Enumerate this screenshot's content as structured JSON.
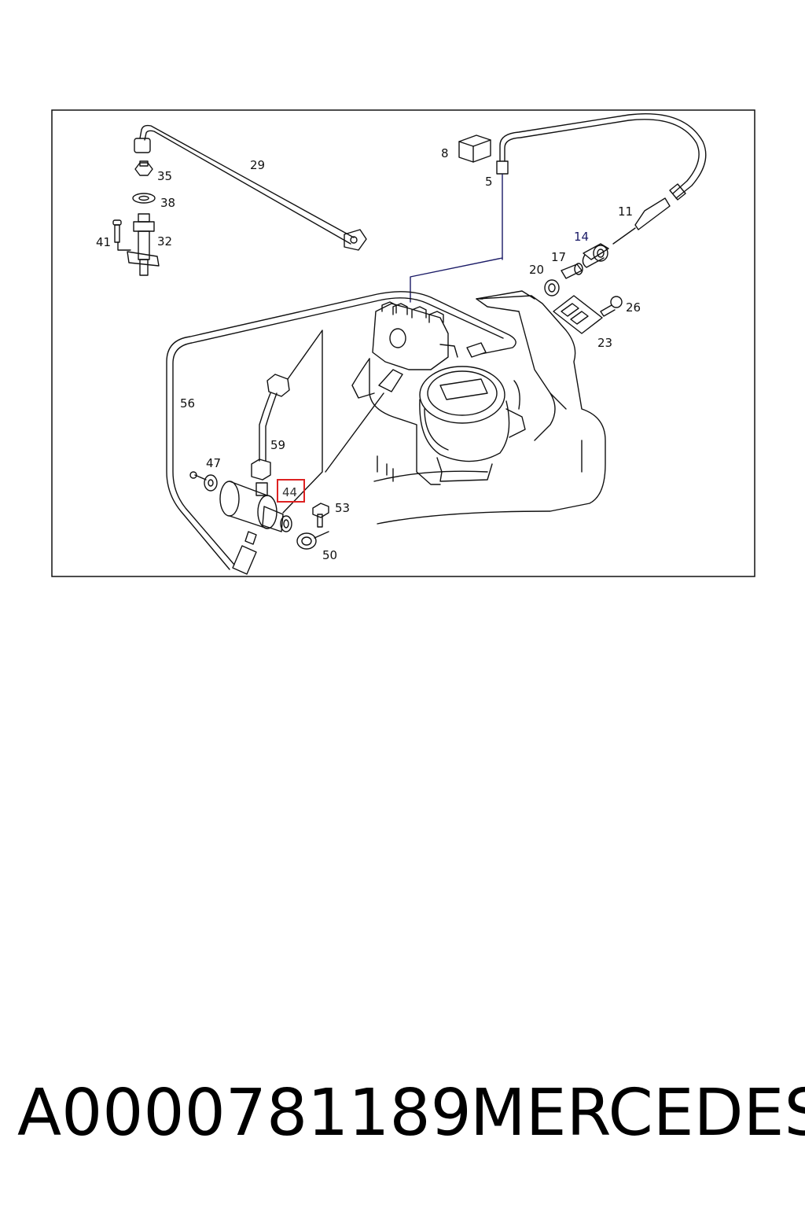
{
  "diagram": {
    "callouts": {
      "c29": "29",
      "c35": "35",
      "c38": "38",
      "c41": "41",
      "c32": "32",
      "c8": "8",
      "c5": "5",
      "c11": "11",
      "c14": "14",
      "c17": "17",
      "c20": "20",
      "c26": "26",
      "c23": "23",
      "c56": "56",
      "c59": "59",
      "c47": "47",
      "c44": "44",
      "c53": "53",
      "c50": "50"
    },
    "highlighted_callout": "44",
    "highlight_color": "#dd2222"
  },
  "footer": {
    "part_number": "A0000781189",
    "brand": "MERCEDES"
  }
}
